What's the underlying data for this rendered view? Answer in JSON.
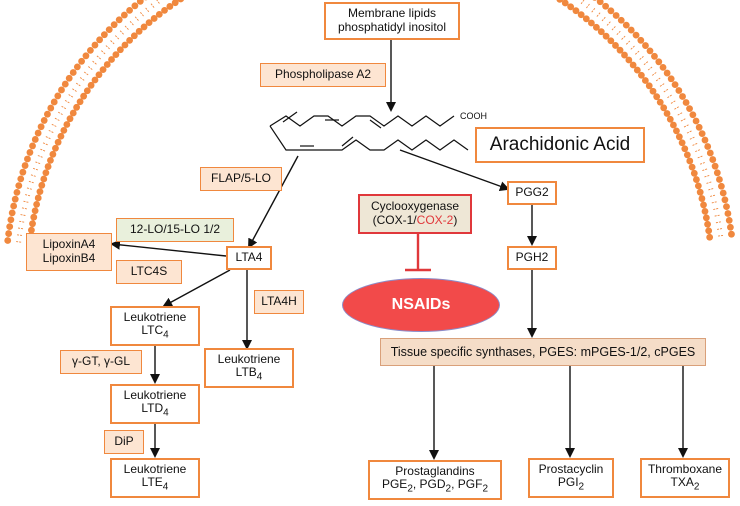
{
  "membrane": {
    "line1": "Membrane lipids",
    "line2": "phosphatidyl inositol"
  },
  "phospholipase": "Phospholipase A2",
  "cooh": "COOH",
  "arachidonic": "Arachidonic Acid",
  "flap": "FLAP/5-LO",
  "cox": {
    "line1": "Cyclooxygenase",
    "open": "(COX-1/",
    "cox2": "COX-2",
    "close": ")"
  },
  "pgg2": "PGG2",
  "pgh2": "PGH2",
  "lo": "12-LO/15-LO 1/2",
  "lipoxin": {
    "a4": "LipoxinA4",
    "b4": "LipoxinB4"
  },
  "lta4": "LTA4",
  "ltc4s": "LTC4S",
  "lta4h": "LTA4H",
  "nsaids": "NSAIDs",
  "ltc4": {
    "line1": "Leukotriene",
    "base": "LTC",
    "sub": "4"
  },
  "ltb4": {
    "line1": "Leukotriene",
    "base": "LTB",
    "sub": "4"
  },
  "gt": "γ-GT, γ-GL",
  "ltd4": {
    "line1": "Leukotriene",
    "base": "LTD",
    "sub": "4"
  },
  "dip": "DiP",
  "lte4": {
    "line1": "Leukotriene",
    "base": "LTE",
    "sub": "4"
  },
  "tissue": "Tissue specific synthases, PGES: mPGES-1/2, cPGES",
  "prostaglandins": {
    "line1": "Prostaglandins",
    "a": "PGE",
    "b": ", PGD",
    "c": ", PGF",
    "sub": "2"
  },
  "prostacyclin": {
    "line1": "Prostacyclin",
    "base": "PGI",
    "sub": "2"
  },
  "thromboxane": {
    "line1": "Thromboxane",
    "base": "TXA",
    "sub": "2"
  },
  "colors": {
    "orange": "#f0883e",
    "red": "#e0383b",
    "arrow": "#111111"
  }
}
